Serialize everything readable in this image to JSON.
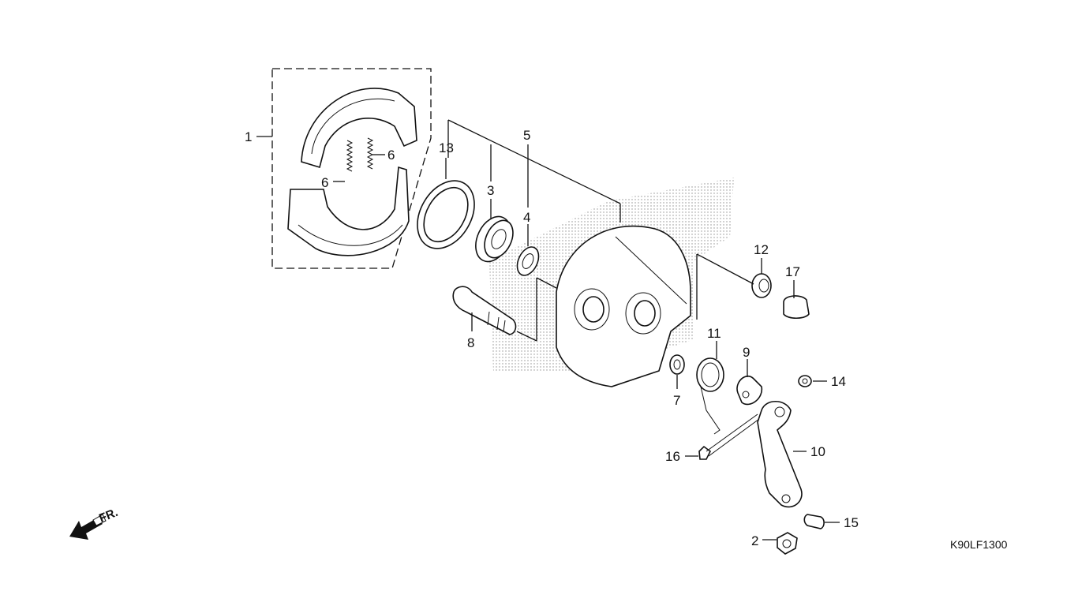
{
  "callouts": {
    "c1": "1",
    "c2": "2",
    "c3": "3",
    "c4": "4",
    "c5": "5",
    "c6a": "6",
    "c6b": "6",
    "c7": "7",
    "c8": "8",
    "c9": "9",
    "c10": "10",
    "c11": "11",
    "c12": "12",
    "c13": "13",
    "c14": "14",
    "c15": "15",
    "c16": "16",
    "c17": "17"
  },
  "front_indicator": "FR.",
  "diagram_code": "K90LF1300"
}
